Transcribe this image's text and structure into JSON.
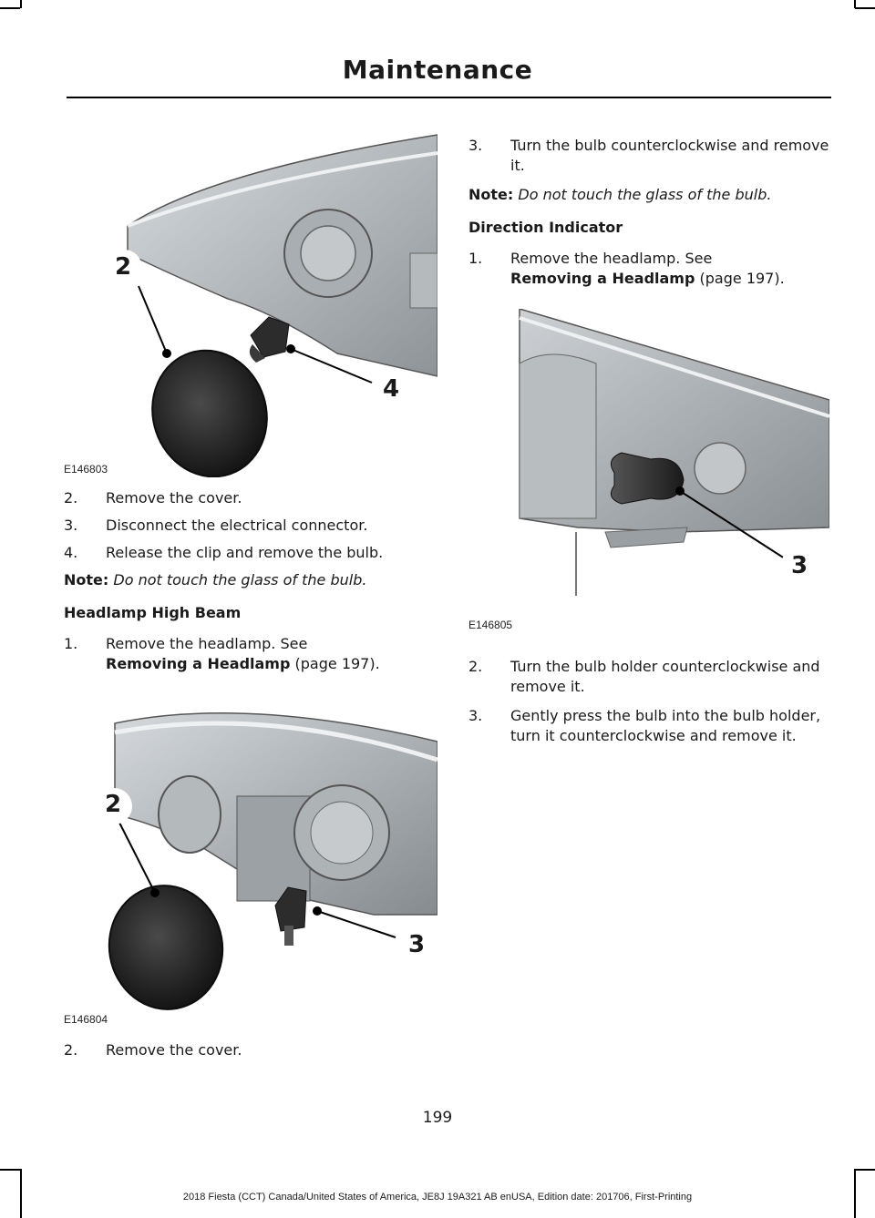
{
  "header": {
    "title": "Maintenance"
  },
  "left": {
    "figure1": {
      "code": "E146803",
      "callouts": [
        "2",
        "4"
      ]
    },
    "steps_a": [
      {
        "num": "2.",
        "text": "Remove the cover."
      },
      {
        "num": "3.",
        "text": "Disconnect the electrical connector."
      },
      {
        "num": "4.",
        "text": "Release the clip and remove the bulb."
      }
    ],
    "note_a": {
      "label": "Note:",
      "text": "Do not touch the glass of the bulb."
    },
    "heading_high_beam": "Headlamp High Beam",
    "step_b1": {
      "num": "1.",
      "text": "Remove the headlamp.  See",
      "link": "Removing a Headlamp",
      "page": "(page 197)."
    },
    "figure2": {
      "code": "E146804",
      "callouts": [
        "2",
        "3"
      ]
    },
    "step_b2": {
      "num": "2.",
      "text": "Remove the cover."
    }
  },
  "right": {
    "step_c3": {
      "num": "3.",
      "text": "Turn the bulb counterclockwise and remove it."
    },
    "note_b": {
      "label": "Note:",
      "text": "Do not touch the glass of the bulb."
    },
    "heading_direction": "Direction Indicator",
    "step_d1": {
      "num": "1.",
      "text": "Remove the headlamp.  See",
      "link": "Removing a Headlamp",
      "page": "(page 197)."
    },
    "figure3": {
      "code": "E146805",
      "callouts": [
        "3"
      ]
    },
    "steps_d": [
      {
        "num": "2.",
        "text": "Turn the bulb holder counterclockwise and remove it."
      },
      {
        "num": "3.",
        "text": "Gently press the bulb into the bulb holder, turn it counterclockwise and remove it."
      }
    ]
  },
  "page_number": "199",
  "footer": "2018 Fiesta (CCT) Canada/United States of America, JE8J 19A321 AB enUSA, Edition date: 201706, First-Printing"
}
